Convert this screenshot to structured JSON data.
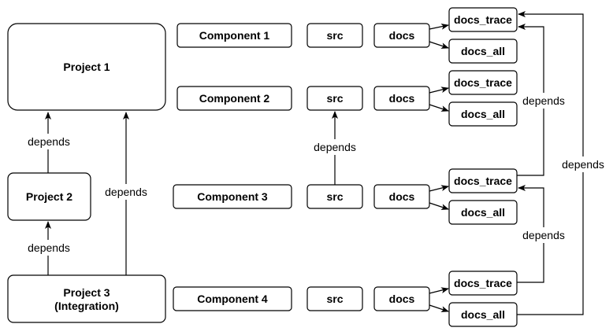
{
  "projects": {
    "p1": "Project 1",
    "p2": "Project 2",
    "p3_line1": "Project 3",
    "p3_line2": "(Integration)"
  },
  "components": [
    "Component 1",
    "Component 2",
    "Component 3",
    "Component 4"
  ],
  "src_label": "src",
  "docs_label": "docs",
  "docs_trace_label": "docs_trace",
  "docs_all_label": "docs_all",
  "edge_label": "depends"
}
